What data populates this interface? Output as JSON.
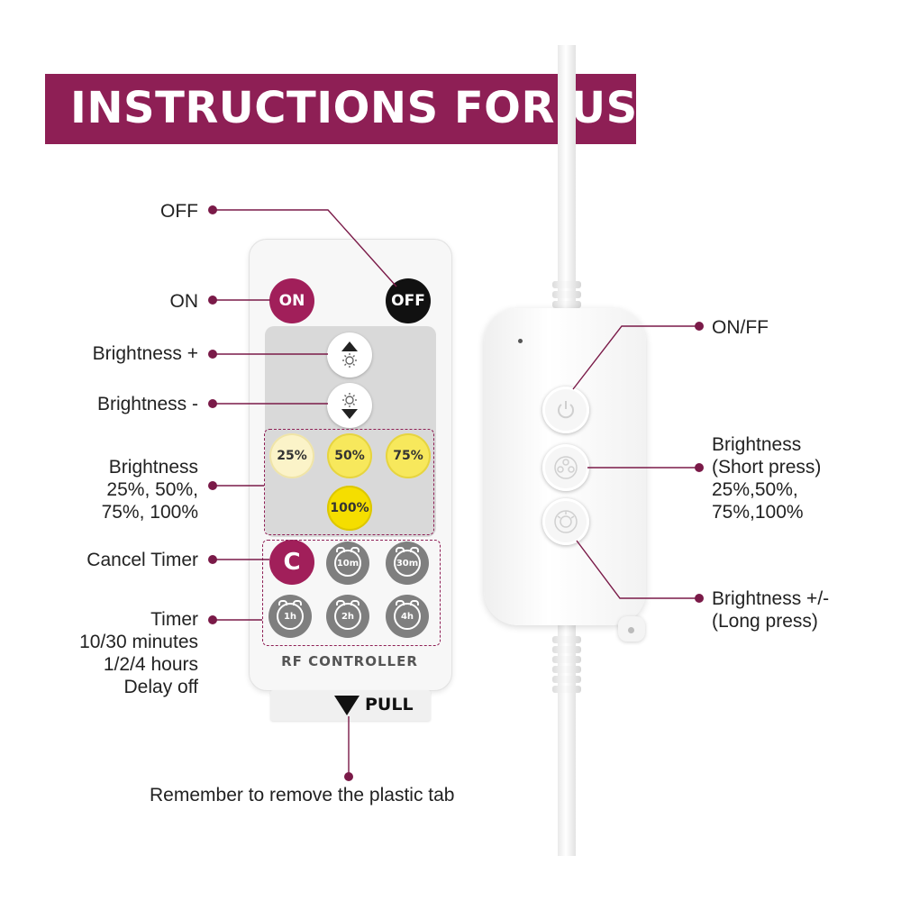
{
  "title": "INSTRUCTIONS FOR USE",
  "colors": {
    "accent": "#8e1f55",
    "off_button": "#111111",
    "panel": "#d9d9d9"
  },
  "remote": {
    "on_label": "ON",
    "off_label": "OFF",
    "preset_25": "25%",
    "preset_50": "50%",
    "preset_75": "75%",
    "preset_100": "100%",
    "cancel_label": "C",
    "timer_10m": "10m",
    "timer_30m": "30m",
    "timer_1h": "1h",
    "timer_2h": "2h",
    "timer_4h": "4h",
    "rf_label": "RF CONTROLLER",
    "pull_label": "PULL"
  },
  "labels": {
    "off": "OFF",
    "on": "ON",
    "brightness_plus": "Brightness +",
    "brightness_minus": "Brightness -",
    "brightness_presets": [
      "Brightness",
      "25%, 50%,",
      "75%, 100%"
    ],
    "cancel_timer": "Cancel Timer",
    "timer": [
      "Timer",
      "10/30 minutes",
      "1/2/4 hours",
      "Delay off"
    ],
    "plastic_tab": "Remember to remove the plastic tab"
  },
  "inline_controller": {
    "power_label": "ON/FF",
    "short_press": [
      "Brightness",
      "(Short press)",
      "25%,50%,",
      "75%,100%"
    ],
    "long_press": [
      "Brightness +/-",
      "(Long press)"
    ]
  }
}
